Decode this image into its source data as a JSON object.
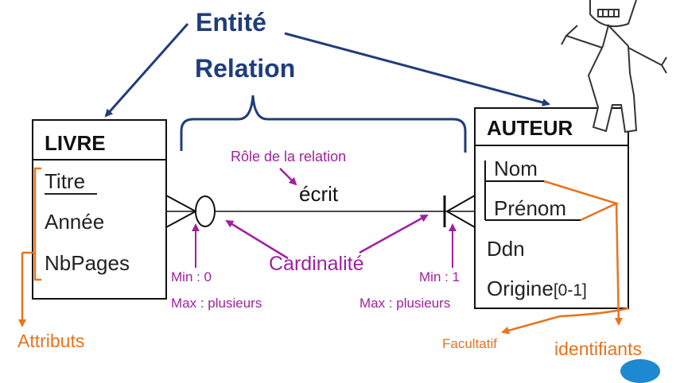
{
  "labels": {
    "entite": "Entité",
    "relation": "Relation",
    "role": "Rôle de la relation",
    "relation_name": "écrit",
    "cardinalite": "Cardinalité",
    "min_left": "Min : 0",
    "max_left": "Max : plusieurs",
    "min_right": "Min : 1",
    "max_right": "Max : plusieurs",
    "attributs": "Attributs",
    "facultatif": "Facultatif",
    "identifiants": "identifiants"
  },
  "livre": {
    "name": "LIVRE",
    "attributes": [
      "Titre",
      "Année",
      "NbPages"
    ]
  },
  "auteur": {
    "name": "AUTEUR",
    "attributes": [
      "Nom",
      "Prénom",
      "Ddn",
      "Origine"
    ],
    "origine_suffix": "[0-1]"
  },
  "colors": {
    "blue": "#1f3d7a",
    "magenta": "#a020a0",
    "orange": "#e8731e",
    "black": "#111111"
  }
}
